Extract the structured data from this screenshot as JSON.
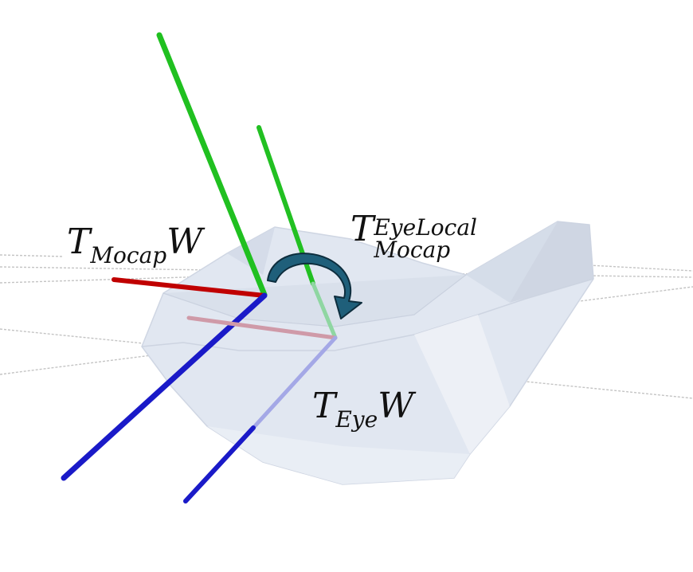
{
  "labels": {
    "mocap_world": {
      "base": "T",
      "subscript": "Mocap",
      "suffix": "W"
    },
    "eye_world": {
      "base": "T",
      "subscript": "Eye",
      "suffix": "W"
    },
    "eyelocal_mocap": {
      "base": "T",
      "superscript": "EyeLocal",
      "subscript": "Mocap"
    }
  },
  "colors": {
    "x_axis": "#c00000",
    "y_axis": "#22bb22",
    "z_axis": "#1a1ac8",
    "headset_fill": "#dfe5f0",
    "rotation_arrow": "#1f5f7a",
    "grid": "#bdbdbd"
  }
}
